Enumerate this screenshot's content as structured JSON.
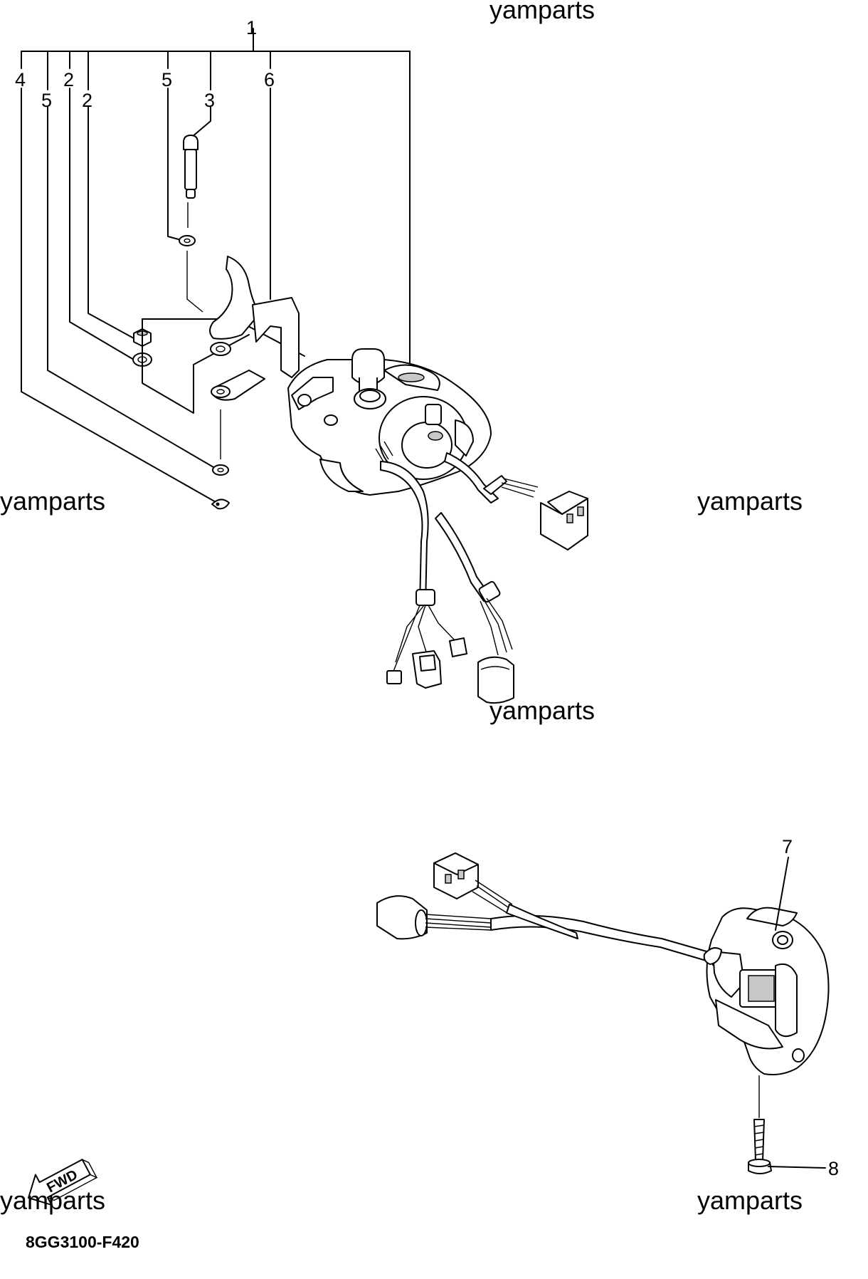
{
  "callouts": {
    "c1": "1",
    "c4": "4",
    "c5a": "5",
    "c2a": "2",
    "c2b": "2",
    "c5b": "5",
    "c3": "3",
    "c6": "6",
    "c7": "7",
    "c8": "8"
  },
  "watermarks": {
    "w1": "yamparts",
    "w2": "yamparts",
    "w3": "yamparts",
    "w4": "yamparts",
    "w5": "yamparts",
    "w6": "yamparts"
  },
  "fwd_label": "FWD",
  "diagram_code": "8GG3100-F420"
}
